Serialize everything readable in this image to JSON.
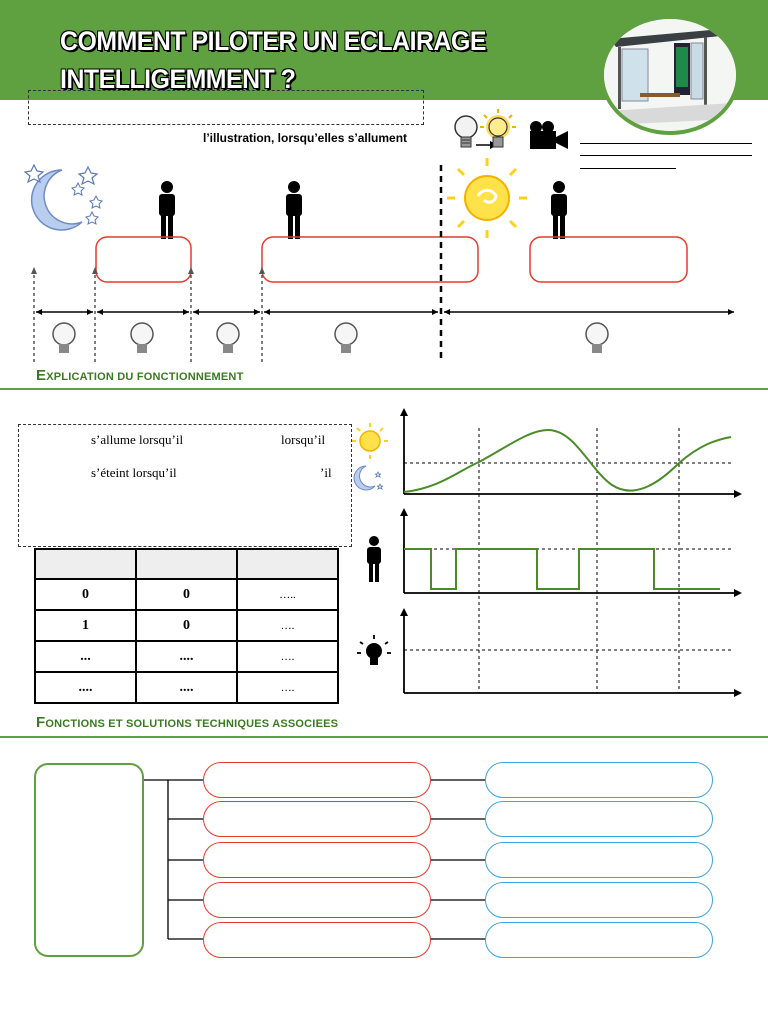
{
  "header": {
    "title_line1": "COMMENT PILOTER UN ECLAIRAGE",
    "title_line2": "INTELLIGEMMENT ?"
  },
  "intro": {
    "instruction": "l’illustration, lorsqu’elles s’allument"
  },
  "sections": {
    "explanation_first": "E",
    "explanation_rest": "XPLICATION DU FONCTIONNEMENT",
    "functions_first": "F",
    "functions_rest": "ONCTIONS ET SOLUTIONS TECHNIQUES ASSOCIEES"
  },
  "explanation": {
    "line1_left": "s’allume lorsqu’il",
    "line1_right": "lorsqu’il",
    "line2_left": "s’éteint lorsqu’il",
    "line2_right": "’il"
  },
  "truth_table": {
    "header": [
      "",
      "",
      ""
    ],
    "rows": [
      [
        "0",
        "0",
        "….."
      ],
      [
        "1",
        "0",
        "…."
      ],
      [
        "...",
        "....",
        "…."
      ],
      [
        "....",
        "....",
        "…."
      ]
    ]
  },
  "icons": {
    "moon": "moon-stars-icon",
    "sun": "sun-icon",
    "person": "person-icon",
    "bulb_off": "light-bulb-off-icon",
    "bulb_on": "light-bulb-on-icon",
    "camera": "video-camera-icon",
    "bus_shelter": "bus-shelter-icon"
  },
  "colors": {
    "brand_green": "#5fa040",
    "red_outline": "#e43c2a",
    "blue_outline": "#3aa6dd",
    "signal_green": "#4a8c2a"
  }
}
